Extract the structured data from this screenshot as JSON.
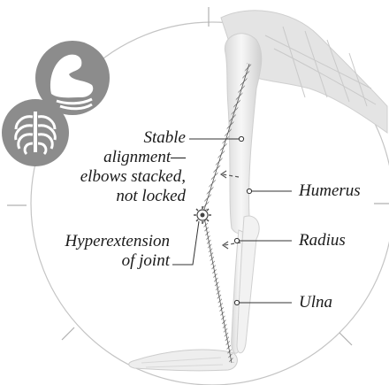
{
  "diagram": {
    "labels": {
      "stable": [
        "Stable",
        "alignment—",
        "elbows stacked,",
        "not locked"
      ],
      "hyper": [
        "Hyperextension",
        "of joint"
      ],
      "humerus": "Humerus",
      "radius": "Radius",
      "ulna": "Ulna"
    },
    "icons": [
      "arm-muscle-icon",
      "ribcage-icon"
    ],
    "colors": {
      "icon_fill": "#8c8c8c",
      "bone": "#ededed",
      "circle": "#bdbdbd",
      "leader": "#333333"
    }
  }
}
